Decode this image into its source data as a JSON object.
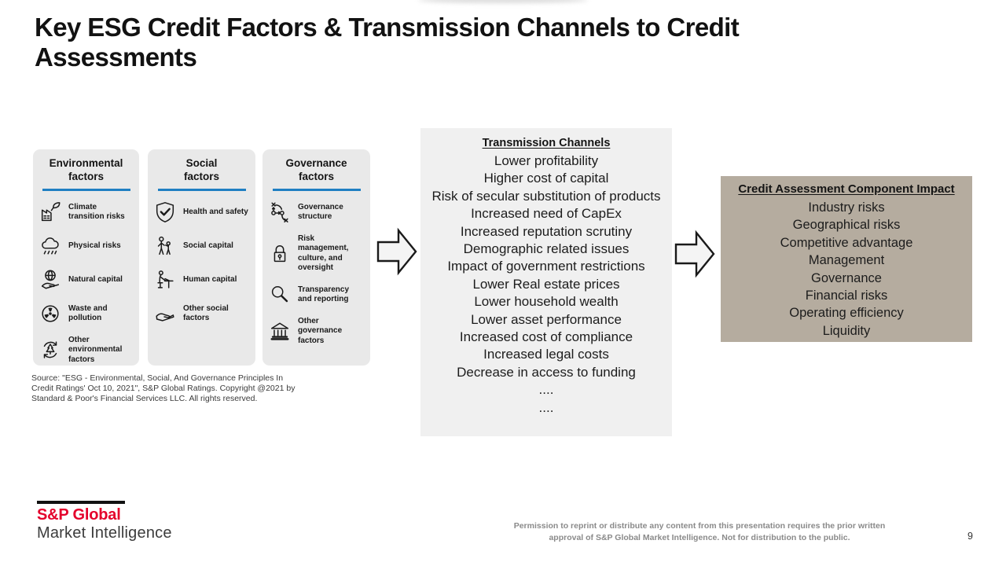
{
  "slide": {
    "title_lines": [
      "Key ESG Credit Factors & Transmission Channels to Credit",
      "Assessments"
    ],
    "page_number": "9"
  },
  "columns": [
    {
      "title_lines": [
        "Environmental",
        "factors"
      ],
      "items": [
        {
          "icon": "climate-transition-icon",
          "label": "Climate transition risks"
        },
        {
          "icon": "physical-risks-icon",
          "label": "Physical risks"
        },
        {
          "icon": "natural-capital-icon",
          "label": "Natural capital"
        },
        {
          "icon": "waste-pollution-icon",
          "label": "Waste and pollution"
        },
        {
          "icon": "other-environmental-icon",
          "label": "Other environmental factors"
        }
      ]
    },
    {
      "title_lines": [
        "Social",
        "factors"
      ],
      "items": [
        {
          "icon": "health-safety-icon",
          "label": "Health and safety"
        },
        {
          "icon": "social-capital-icon",
          "label": "Social capital"
        },
        {
          "icon": "human-capital-icon",
          "label": "Human capital"
        },
        {
          "icon": "other-social-icon",
          "label": "Other social factors"
        }
      ]
    },
    {
      "title_lines": [
        "Governance",
        "factors"
      ],
      "items": [
        {
          "icon": "governance-structure-icon",
          "label": "Governance structure"
        },
        {
          "icon": "risk-management-icon",
          "label": "Risk management, culture, and oversight"
        },
        {
          "icon": "transparency-icon",
          "label": "Transparency and reporting"
        },
        {
          "icon": "other-governance-icon",
          "label": "Other governance factors"
        }
      ]
    }
  ],
  "transmission": {
    "title": "Transmission Channels",
    "items": [
      "Lower profitability",
      "Higher cost of capital",
      "Risk of secular substitution of products",
      "Increased need of CapEx",
      "Increased reputation scrutiny",
      "Demographic related issues",
      "Impact of government restrictions",
      "Lower Real estate prices",
      "Lower household wealth",
      "Lower asset performance",
      "Increased cost of compliance",
      "Increased legal costs",
      "Decrease in access to funding",
      "....",
      "...."
    ]
  },
  "credit_impact": {
    "title": "Credit Assessment Component Impact",
    "items": [
      "Industry risks",
      "Geographical risks",
      "Competitive advantage",
      "Management",
      "Governance",
      "Financial risks",
      "Operating efficiency",
      "Liquidity"
    ]
  },
  "source_note": {
    "line1": "Source: \"ESG - Environmental, Social, And Governance Principles In",
    "line2": "Credit Ratings' Oct 10, 2021\", S&P Global Ratings. Copyright @2021 by",
    "line3": "Standard & Poor's Financial Services LLC. All rights reserved."
  },
  "logo": {
    "brand": "S&P Global",
    "division": "Market Intelligence"
  },
  "footer": {
    "line1": "Permission to reprint or distribute any content from this presentation requires the prior written",
    "line2": "approval of S&P Global Market Intelligence. Not for distribution to the public."
  },
  "colors": {
    "accent_blue": "#1f7fc2",
    "brand_red": "#e4002b",
    "factor_box_bg": "#e9e9e9",
    "transmission_box_bg": "#f0f0f0",
    "credit_box_bg": "#b5ac9f"
  }
}
